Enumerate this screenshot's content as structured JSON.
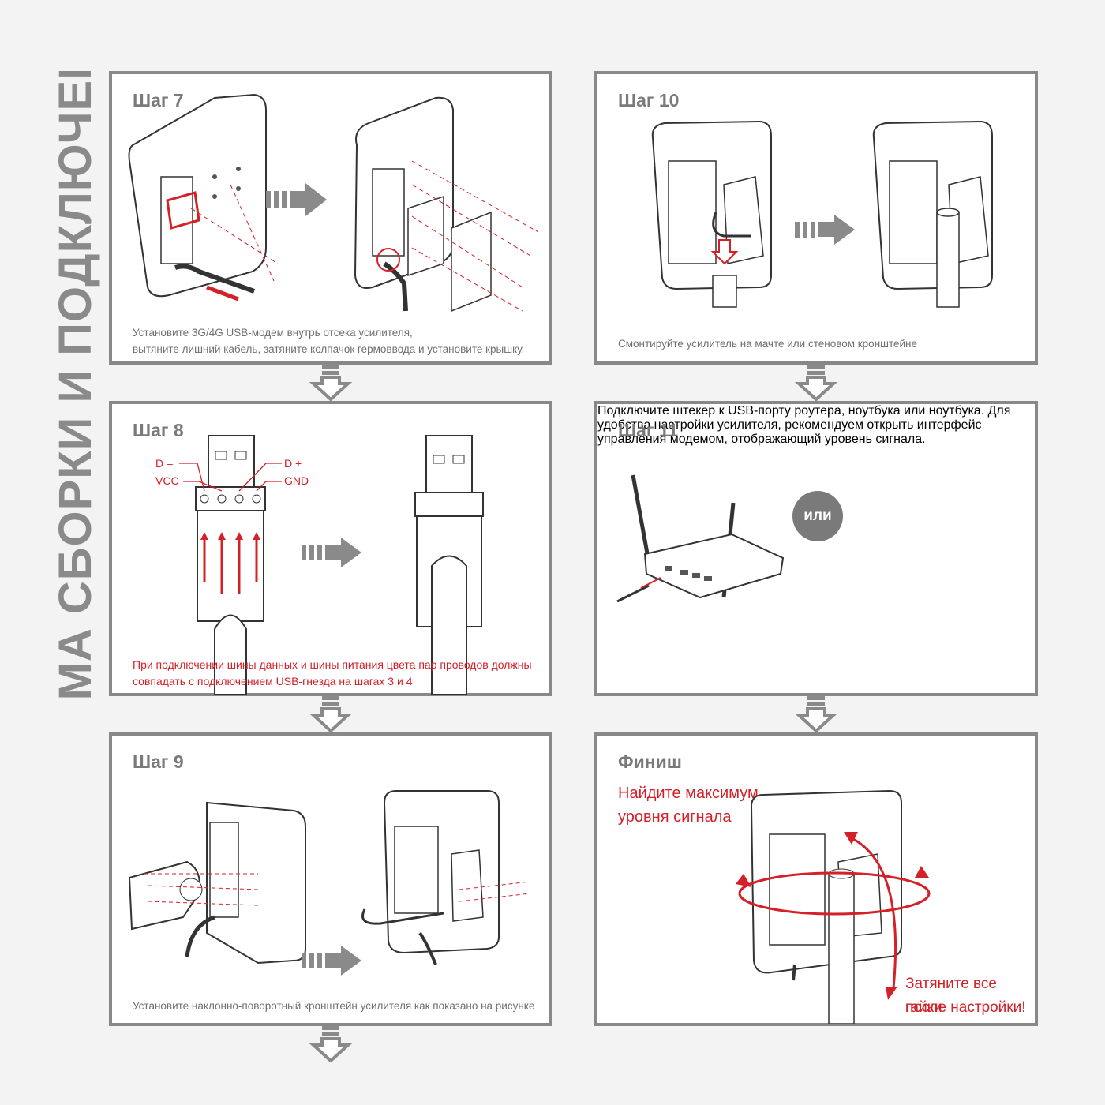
{
  "page": {
    "vertical_title": "СХЕМА СБОРКИ  И ПОДКЛЮЧЕНИЯ"
  },
  "steps": {
    "s7": {
      "title": "Шаг 7",
      "caption_line1": "Установите 3G/4G USB-модем внутрь отсека усилителя,",
      "caption_line2": "вытяните лишний кабель, затяните колпачок гермоввода и установите крышку."
    },
    "s8": {
      "title": "Шаг 8",
      "caption_line1": "При подключении шины данных и шины питания цвета пар проводов должны",
      "caption_line2": "совпадать с подключением USB-гнезда на шагах 3 и 4",
      "pins": {
        "d_minus": "D –",
        "vcc": "VCC",
        "d_plus": "D +",
        "gnd": "GND"
      }
    },
    "s9": {
      "title": "Шаг 9",
      "caption_line1": "Установите наклонно-поворотный кронштейн усилителя как показано на рисунке"
    },
    "s10": {
      "title": "Шаг 10",
      "caption_line1": "Смонтируйте усилитель на мачте или стеновом кронштейне"
    },
    "s11": {
      "title": "Шаг 11",
      "or_label": "или",
      "caption_line1": "Подключите штекер к USB-порту роутера, ноутбука или ноутбука.",
      "caption_line2": "Для удобства настройки усилителя, рекомендуем открыть интерфейс управления",
      "caption_line3": "модемом, отображающий уровень сигнала."
    },
    "finish": {
      "title": "Финиш",
      "note_line1": "Найдите максимум",
      "note_line2": "уровня сигнала",
      "note2_line1": "Затяните все гайки",
      "note2_line2": "после настройки!"
    }
  },
  "colors": {
    "accent_red": "#d42027",
    "frame_gray": "#888888",
    "arrow_gray": "#8a8a8a"
  }
}
